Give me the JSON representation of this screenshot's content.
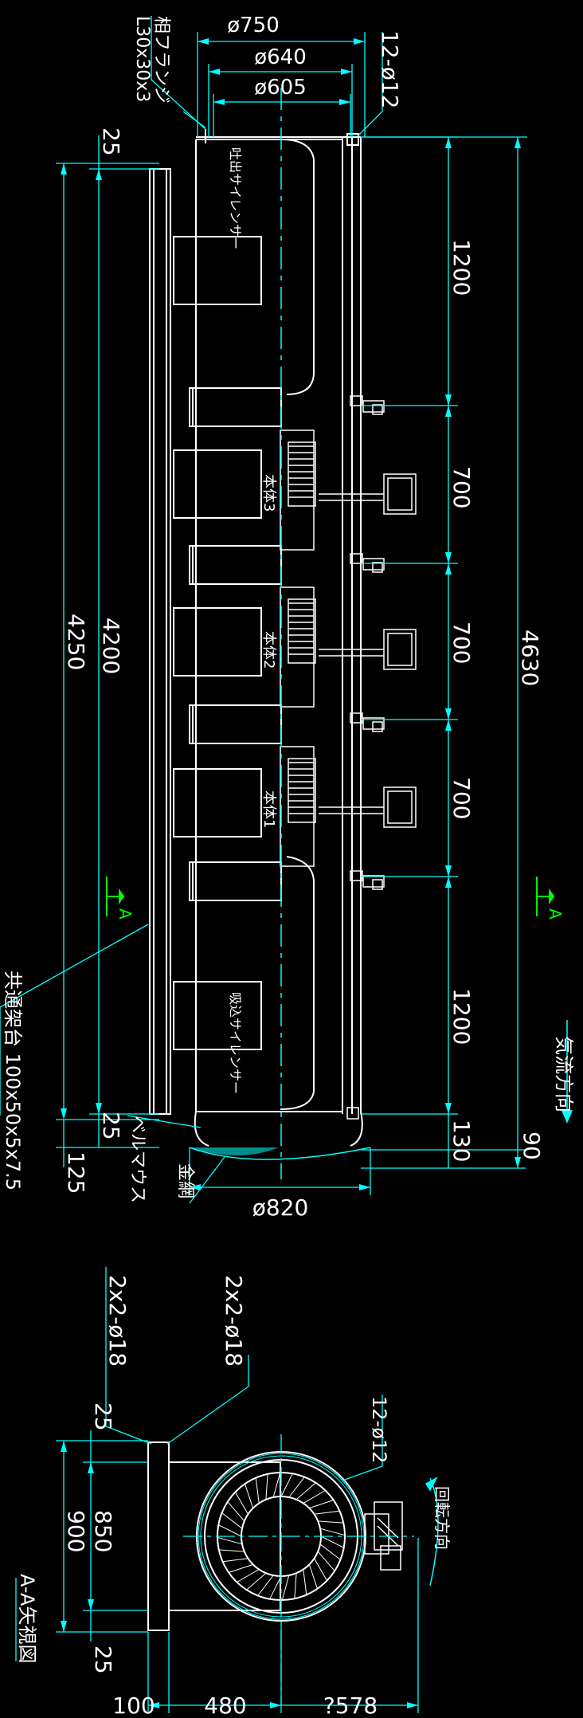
{
  "colors": {
    "background": "#000000",
    "outline": "#ffffff",
    "dimension": "#00ffff",
    "centerline": "#00ffff",
    "marker": "#00ff00"
  },
  "dimensions": {
    "d750": "ø750",
    "d640": "ø640",
    "d605": "ø605",
    "bolts_top": "12-ø12",
    "d1200_top": "1200",
    "d700_a": "700",
    "d700_b": "700",
    "d700_c": "700",
    "d1200_bottom": "1200",
    "d4630": "4630",
    "d4200": "4200",
    "d4250": "4250",
    "d25_top": "25",
    "d25_bottom": "25",
    "d125": "125",
    "d130": "130",
    "d90": "90",
    "d820": "ø820",
    "holes_a": "2x2-ø18",
    "holes_b": "2x2-ø18",
    "bolts_section": "12-ø12",
    "d850": "850",
    "d900": "900",
    "d25_sec_top": "25",
    "d25_sec_bottom": "25",
    "d100": "100",
    "d480": "480",
    "d578": "?578"
  },
  "labels": {
    "flange": "相フランジ",
    "flange_size": "L30x30x3",
    "discharge_silencer": "吐出サイレンサー",
    "intake_silencer": "吸込サイレンサー",
    "body3": "本体3",
    "body2": "本体2",
    "body1": "本体1",
    "base_frame": "共通架台 100x50x5x7.5",
    "bellmouth": "ベルマウス",
    "wire_mesh": "金網",
    "airflow": "気流方向",
    "rotation": "回転方向",
    "section_title": "A-A矢視図",
    "section_marker": "A"
  }
}
